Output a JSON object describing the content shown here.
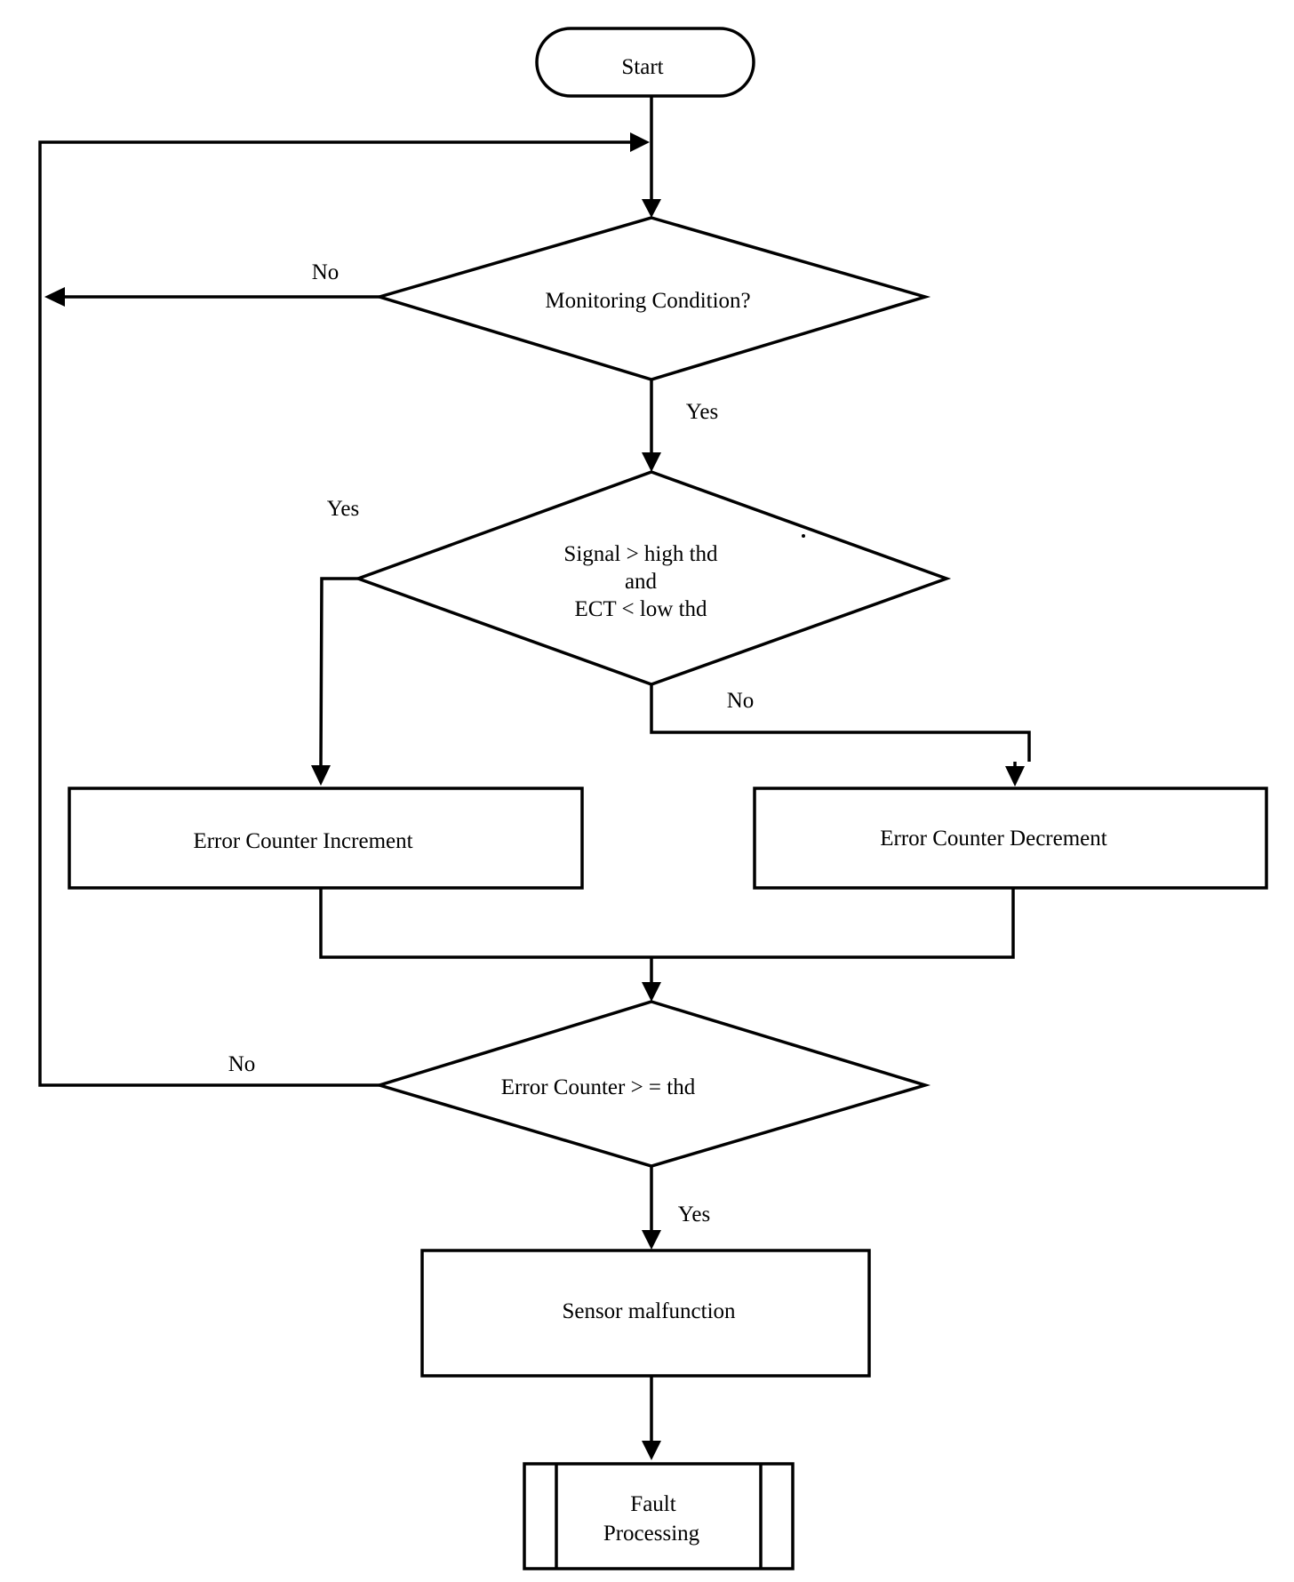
{
  "nodes": {
    "start": {
      "label": "Start"
    },
    "monitoring": {
      "label": "Monitoring Condition?"
    },
    "signal_check": {
      "lines": [
        "Signal > high thd",
        "and",
        "ECT < low thd"
      ]
    },
    "increment": {
      "label": "Error Counter Increment"
    },
    "decrement": {
      "label": "Error Counter Decrement"
    },
    "counter_check": {
      "label": "Error Counter > = thd"
    },
    "malfunction": {
      "label": "Sensor malfunction"
    },
    "fault": {
      "lines": [
        "Fault",
        "Processing"
      ]
    }
  },
  "edges": {
    "monitoring_no": "No",
    "monitoring_yes": "Yes",
    "signal_yes": "Yes",
    "signal_no": "No",
    "counter_no": "No",
    "counter_yes": "Yes"
  },
  "colors": {
    "stroke": "#000000",
    "background": "#ffffff"
  }
}
